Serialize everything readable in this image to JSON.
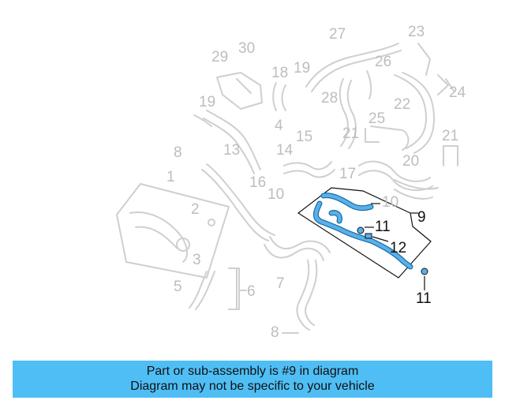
{
  "banner": {
    "line1": "Part or sub-assembly is #9 in diagram",
    "line2": "Diagram may not be specific to your vehicle"
  },
  "callouts": {
    "c1": "1",
    "c2": "2",
    "c3": "3",
    "c4": "4",
    "c5": "5",
    "c6": "6",
    "c7": "7",
    "c8a": "8",
    "c8b": "8",
    "c9": "9",
    "c10a": "10",
    "c10b": "10",
    "c11a": "11",
    "c11b": "11",
    "c12": "12",
    "c13": "13",
    "c14": "14",
    "c15": "15",
    "c16": "16",
    "c17": "17",
    "c18": "18",
    "c19a": "19",
    "c19b": "19",
    "c20": "20",
    "c21a": "21",
    "c21b": "21",
    "c22": "22",
    "c23": "23",
    "c24": "24",
    "c25": "25",
    "c26": "26",
    "c27": "27",
    "c28": "28",
    "c29": "29",
    "c30": "30"
  },
  "colors": {
    "highlight": "#5ab0e8",
    "faded": "#cfcfcf",
    "banner": "#4fbef5"
  }
}
